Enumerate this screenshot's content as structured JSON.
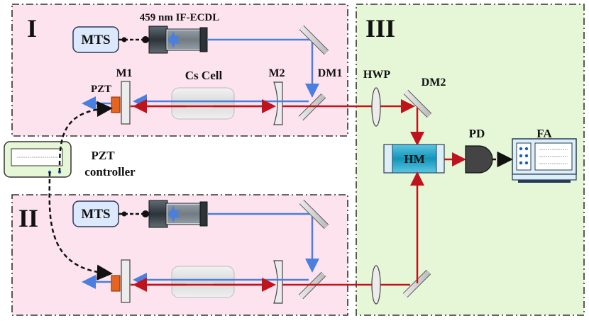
{
  "regions": {
    "one": "I",
    "two": "II",
    "three": "III"
  },
  "labels": {
    "mts_top": "MTS",
    "mts_bottom": "MTS",
    "laser": "459 nm IF-ECDL",
    "m1": "M1",
    "pzt": "PZT",
    "cs_cell": "Cs Cell",
    "m2": "M2",
    "dm1": "DM1",
    "hwp": "HWP",
    "dm2": "DM2",
    "hm": "HM",
    "pd": "PD",
    "fa": "FA",
    "pzt_controller_line1": "PZT",
    "pzt_controller_line2": "controller"
  },
  "colors": {
    "region_pink": "#fde3ee",
    "region_green": "#e6f7d8",
    "blue_beam": "#4a7fe0",
    "red_beam": "#c0141c",
    "hm_fill": "#1aa0c4",
    "pzt_orange": "#e8641e"
  }
}
